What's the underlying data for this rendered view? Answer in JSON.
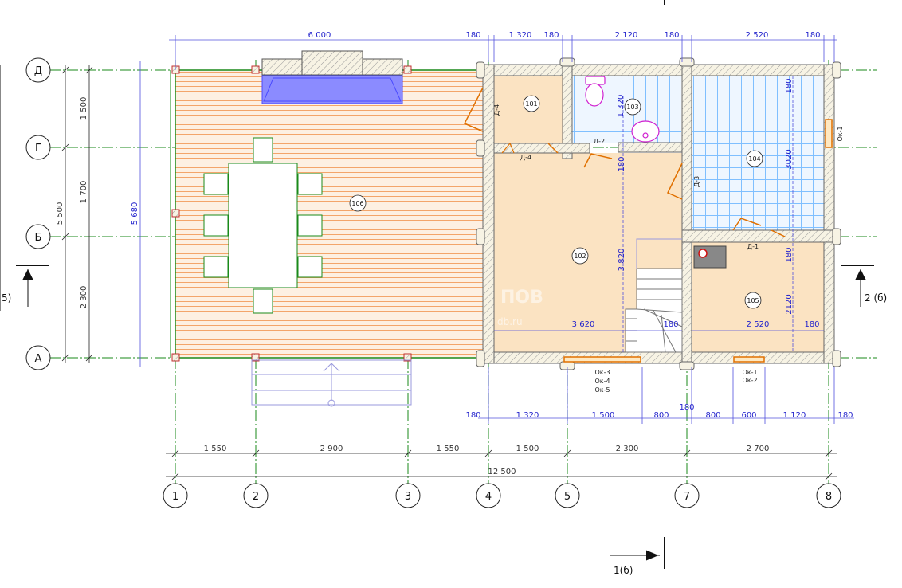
{
  "axes": {
    "vertical": [
      {
        "id": "1",
        "label": "1"
      },
      {
        "id": "2",
        "label": "2"
      },
      {
        "id": "3",
        "label": "3"
      },
      {
        "id": "4",
        "label": "4"
      },
      {
        "id": "5",
        "label": "5"
      },
      {
        "id": "7",
        "label": "7"
      },
      {
        "id": "8",
        "label": "8"
      }
    ],
    "horizontal": [
      {
        "id": "d",
        "label": "Д"
      },
      {
        "id": "g",
        "label": "Г"
      },
      {
        "id": "b",
        "label": "Б"
      },
      {
        "id": "a",
        "label": "А"
      }
    ]
  },
  "dims_top": [
    "6 000",
    "180",
    "1 320",
    "180",
    "2 120",
    "180",
    "2 520",
    "180"
  ],
  "dims_bottom_inner": [
    "180",
    "1 320",
    "1 500",
    "800",
    "180",
    "800",
    "600",
    "1 120",
    "180"
  ],
  "dims_bottom_axes": [
    "1 550",
    "2 900",
    "1 550",
    "1 500",
    "2 300",
    "2 700"
  ],
  "dims_total": "12 500",
  "dims_left": {
    "outer": "5 500",
    "segments": [
      "1 500",
      "1 700",
      "2 300"
    ],
    "terrace": "5 680"
  },
  "dims_interior": {
    "d103": "1 320",
    "d104_top": "180",
    "d104": "3020",
    "d105_top": "180",
    "d105": "2120",
    "d102_vert": "3 820",
    "d102_mid": "180",
    "d102_wid": "3 620",
    "d102_180": "180",
    "d105_wid": "2 520",
    "d105_right": "180"
  },
  "rooms": [
    "101",
    "102",
    "103",
    "104",
    "105",
    "106"
  ],
  "tags": {
    "d4a": "Д-4",
    "d4b": "Д-4",
    "d2": "Д-2",
    "d3": "Д-3",
    "d1": "Д-1",
    "ok1_right": "Ок-1",
    "ok_south_a": [
      "Ок-3",
      "Ок-4",
      "Ок-5"
    ],
    "ok_south_b": [
      "Ок-1",
      "Ок-2"
    ]
  },
  "sections": {
    "right": "2 (б)",
    "bottom": "1(б)",
    "left_fragment": "5)"
  },
  "watermark": {
    "line1": "ПОВ",
    "line2": "db.ru"
  },
  "colors": {
    "axis": "#1a8a1a",
    "dim": "#2222cc",
    "wall": "#f7f3e4",
    "floor": "#fbe3c2",
    "tile": "#8fc9ff",
    "terrace": "#f6b98a",
    "fireplace": "#7e7eff",
    "door": "#e07000"
  }
}
